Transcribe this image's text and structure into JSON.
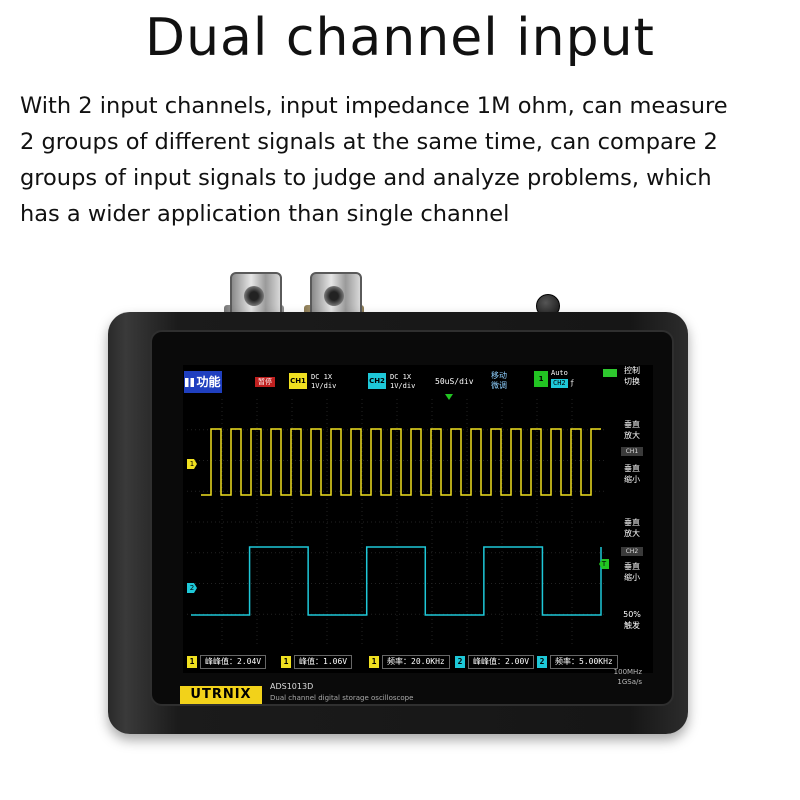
{
  "headline": "Dual channel input",
  "description_lines": [
    "With 2 input channels, input impedance 1M ohm, can measure",
    "2 groups of different signals at the same time, can compare 2",
    "groups of input signals to judge and analyze problems, which",
    "has a wider application than single channel"
  ],
  "colors": {
    "ch1": "#f0e020",
    "ch2": "#1ec8d8",
    "func_bg": "#1f3fbf",
    "stop_bg": "#c0201f",
    "logo_bg": "#f2d21a"
  },
  "scope": {
    "top": {
      "func_label": "功能",
      "stop_label": "暂停",
      "ch1_tag": "CH1",
      "ch1_coupling": "DC  1X",
      "ch1_scale": "1V/div",
      "ch2_tag": "CH2",
      "ch2_coupling": "DC  1X",
      "ch2_scale": "1V/div",
      "timebase": "50uS/div",
      "move_label_1": "移动",
      "move_label_2": "微调",
      "trigger_tag": "1",
      "trigger_mode": "Auto",
      "trigger_src": "CH2",
      "trigger_edge": "ƒ"
    },
    "right_menu": {
      "ctrl_1": "控制",
      "ctrl_2": "切换",
      "vert_up_1": "垂直",
      "vert_up_2": "放大",
      "ch1_tag": "CH1",
      "vert_down_1": "垂直",
      "vert_down_2": "缩小",
      "vert_up2_1": "垂直",
      "vert_up2_2": "放大",
      "ch2_tag": "CH2",
      "vert_down2_1": "垂直",
      "vert_down2_2": "缩小",
      "trig_level_1": "50%",
      "trig_level_2": "触发"
    },
    "markers": {
      "ch1": "1",
      "ch2": "2",
      "trigger": "T"
    },
    "measurements": [
      {
        "ch": "1",
        "text": "峰峰值：2.04V"
      },
      {
        "ch": "1",
        "text": "峰值：1.06V"
      },
      {
        "ch": "1",
        "text": "频率：20.0KHz"
      },
      {
        "ch": "2",
        "text": "峰峰值：2.00V"
      },
      {
        "ch": "2",
        "text": "频率：5.00KHz"
      }
    ],
    "waveforms": {
      "ch1": {
        "type": "square",
        "frequency": "20.0KHz",
        "cycles_visible": 20
      },
      "ch2": {
        "type": "square",
        "frequency": "5.00KHz",
        "cycles_visible": 3.5
      }
    }
  },
  "device": {
    "logo": "UTRNIX",
    "model": "ADS1013D",
    "subtitle": "Dual channel  digital storage oscilloscope",
    "bandwidth": "100MHz",
    "sample_rate": "1GSa/s"
  }
}
